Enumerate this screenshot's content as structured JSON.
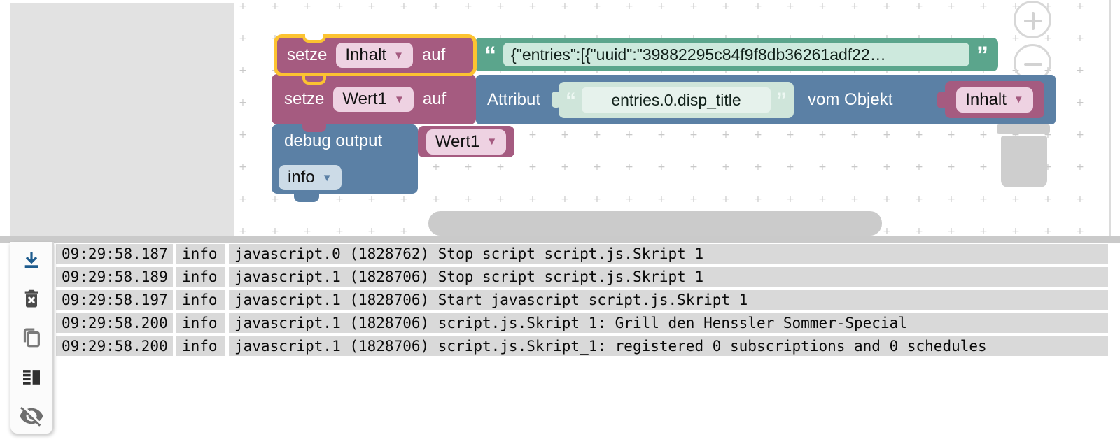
{
  "colors": {
    "rose": "#a55b80",
    "roseField": "#eed2e2",
    "green": "#5ba58c",
    "greenField": "#cde9dd",
    "blue": "#5b80a5",
    "blueField": "#ccdbe7",
    "shadowBlock": "#cfe5da",
    "shadowField": "#e6f2ec",
    "yellow": "#fcc331",
    "logRowBg": "#d9d9d9",
    "iconBlue": "#1e5c8e"
  },
  "workspace": {
    "quote_open": "“",
    "quote_close": "”",
    "dropdown_arrow": "▼",
    "blocks": {
      "set1": {
        "keyword_set": "setze",
        "variable": "Inhalt",
        "keyword_to": "auf"
      },
      "string1": {
        "value": "{\"entries\":[{\"uuid\":\"39882295c84f9f8db36261adf22…"
      },
      "set2": {
        "keyword_set": "setze",
        "variable": "Wert1",
        "keyword_to": "auf"
      },
      "attribute": {
        "keyword_attr": "Attribut",
        "path": "entries.0.disp_title",
        "keyword_of": "vom Objekt",
        "object_variable": "Inhalt"
      },
      "debug": {
        "label": "debug output",
        "variable": "Wert1",
        "level": "info"
      }
    },
    "controls": {
      "zoom_in": "zoom-in-button",
      "zoom_out": "zoom-out-button",
      "trash": "trash-can"
    }
  },
  "log": {
    "toolbar_icons": [
      "download-icon",
      "trash-x-icon",
      "copy-icon",
      "list-columns-icon",
      "eye-off-icon"
    ],
    "rows": [
      {
        "time": "09:29:58.187",
        "level": "info",
        "message": "javascript.0 (1828762) Stop script script.js.Skript_1"
      },
      {
        "time": "09:29:58.189",
        "level": "info",
        "message": "javascript.1 (1828706) Stop script script.js.Skript_1"
      },
      {
        "time": "09:29:58.197",
        "level": "info",
        "message": "javascript.1 (1828706) Start javascript script.js.Skript_1"
      },
      {
        "time": "09:29:58.200",
        "level": "info",
        "message": "javascript.1 (1828706) script.js.Skript_1: Grill den Henssler Sommer-Special"
      },
      {
        "time": "09:29:58.200",
        "level": "info",
        "message": "javascript.1 (1828706) script.js.Skript_1: registered 0 subscriptions and 0 schedules"
      }
    ]
  }
}
